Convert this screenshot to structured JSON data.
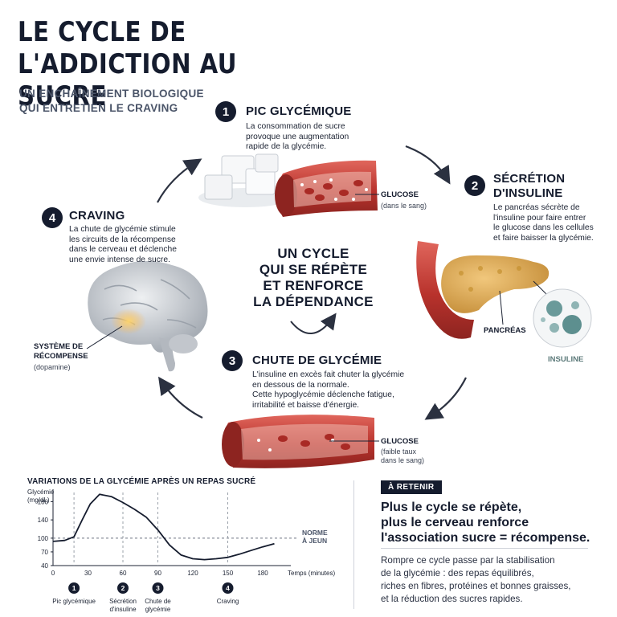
{
  "header": {
    "title": "LE CYCLE DE\nL'ADDICTION AU SUCRE",
    "subtitle": "UN ENCHAÎNEMENT BIOLOGIQUE\nQUI ENTRETIEN LE CRAVING"
  },
  "steps": [
    {
      "number": "1",
      "title": "PIC GLYCÉMIQUE",
      "description": "La consommation de sucre\nprovoque une augmentation\nrapide de la glycémie."
    },
    {
      "number": "2",
      "title": "SÉCRÉTION\nD'INSULINE",
      "description": "Le pancréas sécrète de\nl'insuline pour faire entrer\nle glucose dans les cellules\net faire baisser la glycémie."
    },
    {
      "number": "3",
      "title": "CHUTE DE GLYCÉMIE",
      "description": "L'insuline en excès fait chuter la glycémie\nen dessous de la normale.\nCette hypoglycémie déclenche fatigue,\nirritabilité et baisse d'énergie."
    },
    {
      "number": "4",
      "title": "CRAVING",
      "description": "La chute de glycémie stimule\nles circuits de la récompense\ndans le cerveau et déclenche\nune envie intense de sucre."
    }
  ],
  "labels": {
    "glucose_top": "GLUCOSE",
    "glucose_top_sub": "(dans le sang)",
    "pancreas": "PANCRÉAS",
    "insuline": "INSULINE",
    "glucose_bottom": "GLUCOSE",
    "glucose_bottom_sub": "(faible taux\ndans le sang)",
    "reward_system": "SYSTÈME DE\nRÉCOMPENSE",
    "reward_sub": "(dopamine)"
  },
  "center": {
    "text": "UN CYCLE\nQUI SE RÉPÈTE\nET RENFORCE\nLA DÉPENDANCE"
  },
  "chart_title": "VARIATIONS DE LA GLYCÉMIE APRÈS UN REPAS SUCRÉ",
  "chart_data": {
    "type": "line",
    "ylabel": "Glycémie\n(mg/dL)",
    "xlabel": "Temps (minutes)",
    "ylim": [
      40,
      200
    ],
    "xlim": [
      0,
      200
    ],
    "yticks": [
      40,
      70,
      100,
      140,
      180
    ],
    "xticks": [
      0,
      30,
      60,
      90,
      120,
      150,
      180
    ],
    "reference": {
      "value": 100,
      "label": "NORME\nÀ JEUN"
    },
    "series": [
      {
        "x": [
          0,
          10,
          18,
          25,
          32,
          40,
          50,
          60,
          70,
          80,
          90,
          100,
          110,
          120,
          130,
          140,
          150,
          160,
          170,
          180,
          190
        ],
        "y": [
          93,
          95,
          103,
          140,
          175,
          196,
          191,
          178,
          163,
          146,
          118,
          85,
          63,
          55,
          53,
          55,
          58,
          65,
          73,
          81,
          88
        ]
      }
    ],
    "markers": [
      {
        "x": 18,
        "number": "1",
        "label": "Pic glycémique"
      },
      {
        "x": 60,
        "number": "2",
        "label": "Sécrétion\nd'insuline"
      },
      {
        "x": 90,
        "number": "3",
        "label": "Chute de\nglycémie"
      },
      {
        "x": 150,
        "number": "4",
        "label": "Craving"
      }
    ]
  },
  "retenir": {
    "tag": "À RETENIR",
    "headline": "Plus le cycle se répète,\nplus le cerveau renforce\nl'association sucre = récompense.",
    "body": "Rompre ce cycle passe par la stabilisation\nde la glycémie : des repas équilibrés,\nriches en fibres, protéines et bonnes graisses,\net la réduction des sucres rapides."
  },
  "colors": {
    "navy": "#151c2e",
    "vessel": "#b8322c",
    "vessel_light": "#d9564c",
    "pancreas": "#d9a74e",
    "brain": "#cfd3d8"
  }
}
